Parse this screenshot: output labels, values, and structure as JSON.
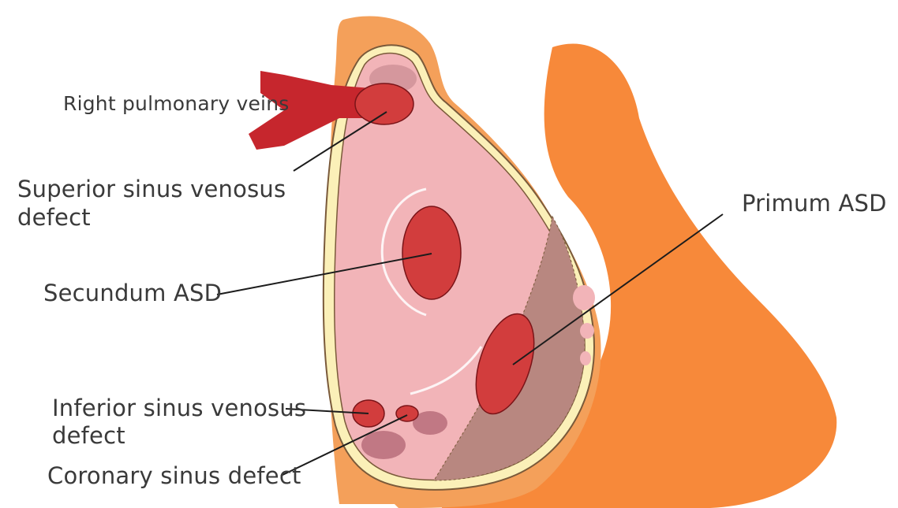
{
  "labels": {
    "right_pulmonary_veins": "Right pulmonary veins",
    "superior_sinus_venosus_line1": "Superior sinus venosus",
    "superior_sinus_venosus_line2": "defect",
    "secundum_asd": "Secundum ASD",
    "primum_asd": "Primum ASD",
    "inferior_sinus_venosus_line1": "Inferior sinus venosus",
    "inferior_sinus_venosus_line2": "defect",
    "coronary_sinus_defect": "Coronary sinus defect"
  },
  "colors": {
    "heart_outer": "#f7893a",
    "heart_inner_wall": "#f4a05a",
    "septum_border": "#fbf0b8",
    "atrial_septum": "#f2b4b8",
    "ventricular_region": "#b88780",
    "defect_fill": "#d23d3d",
    "vein_fill": "#c6262d"
  }
}
